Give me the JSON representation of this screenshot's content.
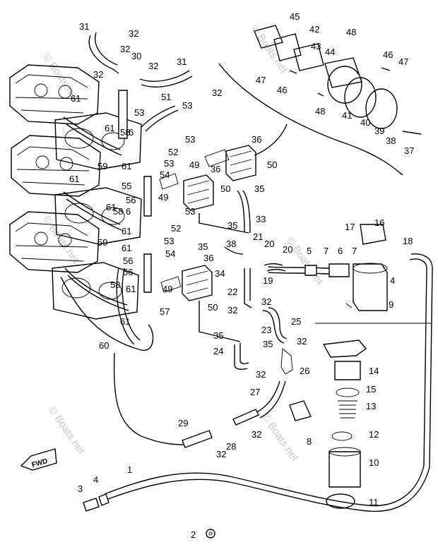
{
  "diagram": {
    "watermark": "© Boats.net",
    "fwd_label": "FWD",
    "labels": [
      {
        "id": "l31a",
        "text": "31"
      },
      {
        "id": "l32a",
        "text": "32"
      },
      {
        "id": "l32b",
        "text": "32"
      },
      {
        "id": "l30",
        "text": "30"
      },
      {
        "id": "l32c",
        "text": "32"
      },
      {
        "id": "l32d",
        "text": "32"
      },
      {
        "id": "l31b",
        "text": "31"
      },
      {
        "id": "l32e",
        "text": "32"
      },
      {
        "id": "l61a",
        "text": "61"
      },
      {
        "id": "l51",
        "text": "51"
      },
      {
        "id": "l53a",
        "text": "53"
      },
      {
        "id": "l53b",
        "text": "53"
      },
      {
        "id": "l61b",
        "text": "61"
      },
      {
        "id": "l58a",
        "text": "58"
      },
      {
        "id": "l6a",
        "text": "6"
      },
      {
        "id": "l53c",
        "text": "53"
      },
      {
        "id": "l52a",
        "text": "52"
      },
      {
        "id": "l59a",
        "text": "59"
      },
      {
        "id": "l61c",
        "text": "61"
      },
      {
        "id": "l53d",
        "text": "53"
      },
      {
        "id": "l49a",
        "text": "49"
      },
      {
        "id": "l36a",
        "text": "36"
      },
      {
        "id": "l36b",
        "text": "36"
      },
      {
        "id": "l50a",
        "text": "50"
      },
      {
        "id": "l54a",
        "text": "54"
      },
      {
        "id": "l61d",
        "text": "61"
      },
      {
        "id": "l55",
        "text": "55"
      },
      {
        "id": "l35a",
        "text": "35"
      },
      {
        "id": "l49b",
        "text": "49"
      },
      {
        "id": "l50b",
        "text": "50"
      },
      {
        "id": "l56a",
        "text": "56"
      },
      {
        "id": "l61e",
        "text": "61"
      },
      {
        "id": "l58b",
        "text": "58"
      },
      {
        "id": "l6b",
        "text": "6"
      },
      {
        "id": "l53e",
        "text": "53"
      },
      {
        "id": "l52b",
        "text": "52"
      },
      {
        "id": "l33",
        "text": "33"
      },
      {
        "id": "l59b",
        "text": "59"
      },
      {
        "id": "l61f",
        "text": "61"
      },
      {
        "id": "l53f",
        "text": "53"
      },
      {
        "id": "l35b",
        "text": "35"
      },
      {
        "id": "l21",
        "text": "21"
      },
      {
        "id": "l61g",
        "text": "61"
      },
      {
        "id": "l56b",
        "text": "56"
      },
      {
        "id": "l54b",
        "text": "54"
      },
      {
        "id": "l36c",
        "text": "36"
      },
      {
        "id": "l35c",
        "text": "35"
      },
      {
        "id": "l38a",
        "text": "38"
      },
      {
        "id": "l20a",
        "text": "20"
      },
      {
        "id": "l20b",
        "text": "20"
      },
      {
        "id": "l56c",
        "text": "56"
      },
      {
        "id": "l34",
        "text": "34"
      },
      {
        "id": "l19",
        "text": "19"
      },
      {
        "id": "l58c",
        "text": "58"
      },
      {
        "id": "l61h",
        "text": "61"
      },
      {
        "id": "l49c",
        "text": "49"
      },
      {
        "id": "l22",
        "text": "22"
      },
      {
        "id": "l57",
        "text": "57"
      },
      {
        "id": "l50c",
        "text": "50"
      },
      {
        "id": "l32f",
        "text": "32"
      },
      {
        "id": "l32g",
        "text": "32"
      },
      {
        "id": "l61i",
        "text": "61"
      },
      {
        "id": "l23",
        "text": "23"
      },
      {
        "id": "l25",
        "text": "25"
      },
      {
        "id": "l35d",
        "text": "35"
      },
      {
        "id": "l60",
        "text": "60"
      },
      {
        "id": "l24",
        "text": "24"
      },
      {
        "id": "l35e",
        "text": "35"
      },
      {
        "id": "l32h",
        "text": "32"
      },
      {
        "id": "l32i",
        "text": "32"
      },
      {
        "id": "l26",
        "text": "26"
      },
      {
        "id": "l27",
        "text": "27"
      },
      {
        "id": "l29",
        "text": "29"
      },
      {
        "id": "l32j",
        "text": "32"
      },
      {
        "id": "l28",
        "text": "28"
      },
      {
        "id": "l32k",
        "text": "32"
      },
      {
        "id": "l1",
        "text": "1"
      },
      {
        "id": "l3",
        "text": "3"
      },
      {
        "id": "l4a",
        "text": "4"
      },
      {
        "id": "l2",
        "text": "2"
      },
      {
        "id": "l45",
        "text": "45"
      },
      {
        "id": "l42",
        "text": "42"
      },
      {
        "id": "l48a",
        "text": "48"
      },
      {
        "id": "l43",
        "text": "43"
      },
      {
        "id": "l44",
        "text": "44"
      },
      {
        "id": "l46a",
        "text": "46"
      },
      {
        "id": "l47a",
        "text": "47"
      },
      {
        "id": "l47b",
        "text": "47"
      },
      {
        "id": "l46b",
        "text": "46"
      },
      {
        "id": "l48b",
        "text": "48"
      },
      {
        "id": "l41",
        "text": "41"
      },
      {
        "id": "l40",
        "text": "40"
      },
      {
        "id": "l39",
        "text": "39"
      },
      {
        "id": "l38b",
        "text": "38"
      },
      {
        "id": "l37",
        "text": "37"
      },
      {
        "id": "l17",
        "text": "17"
      },
      {
        "id": "l16",
        "text": "16"
      },
      {
        "id": "l18",
        "text": "18"
      },
      {
        "id": "l5",
        "text": "5"
      },
      {
        "id": "l7a",
        "text": "7"
      },
      {
        "id": "l6c",
        "text": "6"
      },
      {
        "id": "l7b",
        "text": "7"
      },
      {
        "id": "l4b",
        "text": "4"
      },
      {
        "id": "l9",
        "text": "9"
      },
      {
        "id": "l14",
        "text": "14"
      },
      {
        "id": "l15",
        "text": "15"
      },
      {
        "id": "l13",
        "text": "13"
      },
      {
        "id": "l8",
        "text": "8"
      },
      {
        "id": "l12",
        "text": "12"
      },
      {
        "id": "l10",
        "text": "10"
      },
      {
        "id": "l11",
        "text": "11"
      }
    ]
  }
}
